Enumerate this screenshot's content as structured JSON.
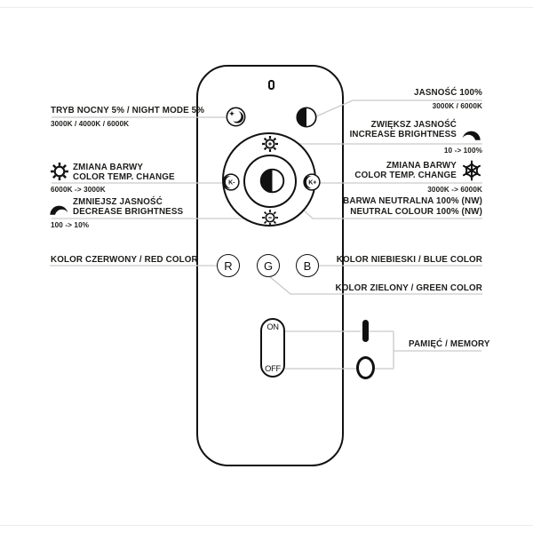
{
  "page": {
    "title": "remote control instruction diagram"
  },
  "annotations": {
    "night_mode": {
      "title": "TRYB NOCNY 5% / NIGHT MODE 5%",
      "sub": "3000K / 4000K / 6000K"
    },
    "brightness_100": {
      "title": "JASNOŚĆ 100%",
      "sub": "3000K / 6000K"
    },
    "increase_brightness": {
      "line1": "ZWIĘKSZ JASNOŚĆ",
      "line2": "INCREASE BRIGHTNESS",
      "sub": "10 -> 100%"
    },
    "color_temp_left": {
      "line1": "ZMIANA BARWY",
      "line2": "COLOR TEMP. CHANGE",
      "sub": "6000K -> 3000K"
    },
    "color_temp_right": {
      "line1": "ZMIANA BARWY",
      "line2": "COLOR TEMP. CHANGE",
      "sub": "3000K -> 6000K"
    },
    "decrease_brightness": {
      "line1": "ZMNIEJSZ JASNOŚĆ",
      "line2": "DECREASE BRIGHTNESS",
      "sub": "100 -> 10%"
    },
    "neutral_colour": {
      "line1": "BARWA NEUTRALNA 100% (NW)",
      "line2": "NEUTRAL COLOUR 100% (NW)"
    },
    "red": {
      "title": "KOLOR CZERWONY / RED COLOR"
    },
    "blue": {
      "title": "KOLOR NIEBIESKI / BLUE COLOR"
    },
    "green": {
      "title": "KOLOR ZIELONY / GREEN COLOR"
    },
    "memory": {
      "title": "PAMIĘĆ / MEMORY"
    }
  },
  "remote": {
    "buttons": {
      "k_minus": "K-",
      "k_plus": "K+",
      "red": "R",
      "green": "G",
      "blue": "B",
      "on": "ON",
      "off": "OFF"
    }
  },
  "icons": {
    "night_mode": "moon-with-star",
    "brightness_100": "half-filled-circle",
    "sun_plus": "sun-with-plus",
    "sun_minus": "sun-with-minus",
    "center_colour": "half-filled-circle",
    "color_temp_warm": "sun-outline",
    "color_temp_cool": "snowflake",
    "increase_arc": "arc-thick-right",
    "decrease_arc": "arc-thick-left",
    "memory_on": "I-bar",
    "memory_off": "O-ring"
  },
  "colors": {
    "leader_line": "#c9c9c9",
    "ink": "#1d1d1b",
    "outline": "#111111"
  }
}
